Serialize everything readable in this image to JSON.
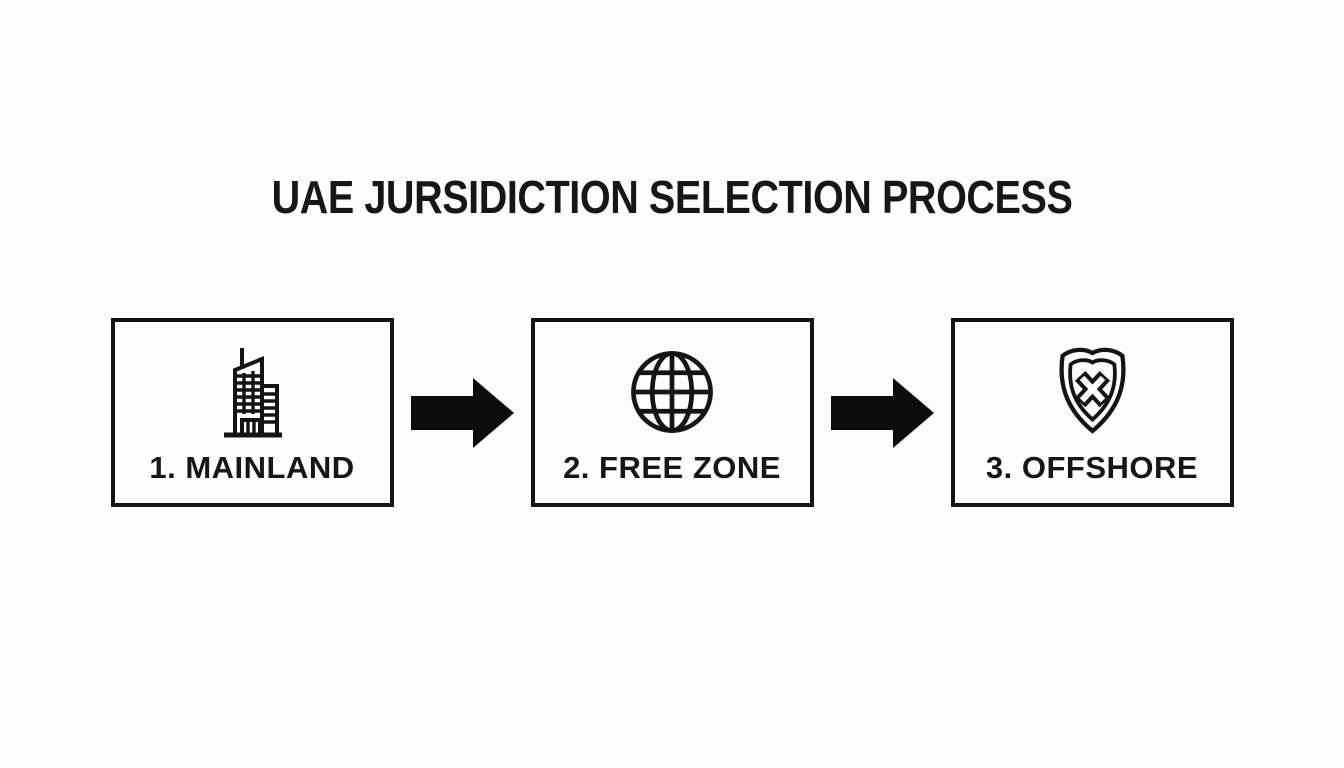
{
  "title": "UAE JURSIDICTION SELECTION PROCESS",
  "steps": [
    {
      "label": "1. MAINLAND",
      "icon": "building-icon"
    },
    {
      "label": "2. FREE ZONE",
      "icon": "globe-icon"
    },
    {
      "label": "3. OFFSHORE",
      "icon": "shield-x-icon"
    }
  ],
  "connectors": [
    {
      "icon": "arrow-right-icon"
    },
    {
      "icon": "arrow-right-icon"
    }
  ],
  "colors": {
    "background": "#fcfdfd",
    "box_background": "#fdfdfe",
    "line_art": "#141414",
    "text": "#161616"
  }
}
